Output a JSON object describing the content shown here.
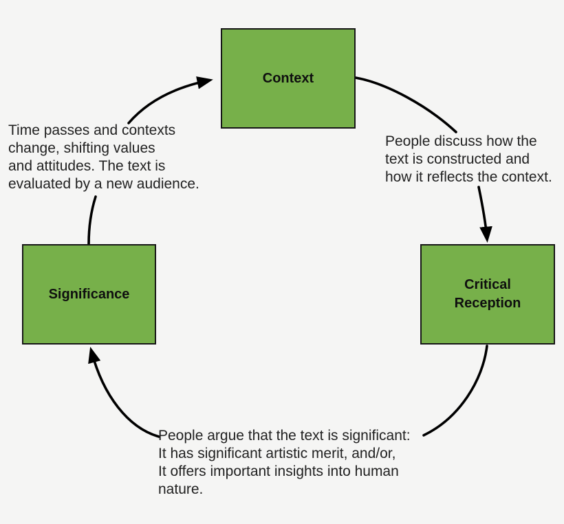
{
  "colors": {
    "background": "#f5f5f4",
    "box_fill": "#77b04a",
    "box_border": "#161616",
    "label_text": "#0f0f0f",
    "annotation_text": "#212121",
    "arrow": "#000000"
  },
  "diagram": {
    "nodes": {
      "context": {
        "label": "Context"
      },
      "critical_reception": {
        "label": "Critical Reception"
      },
      "significance": {
        "label": "Significance"
      }
    },
    "annotations": {
      "significance_to_context": {
        "lines": [
          "Time passes and contexts",
          "change, shifting values",
          "and attitudes. The text is",
          "evaluated by a new audience."
        ]
      },
      "context_to_critical_reception": {
        "lines": [
          "People discuss how the",
          "text is constructed and",
          "how it reflects the context."
        ]
      },
      "critical_reception_to_significance": {
        "lines": [
          "People argue that the text is significant:",
          "It has significant artistic merit, and/or,",
          "It offers important insights into human",
          "nature."
        ]
      }
    }
  }
}
